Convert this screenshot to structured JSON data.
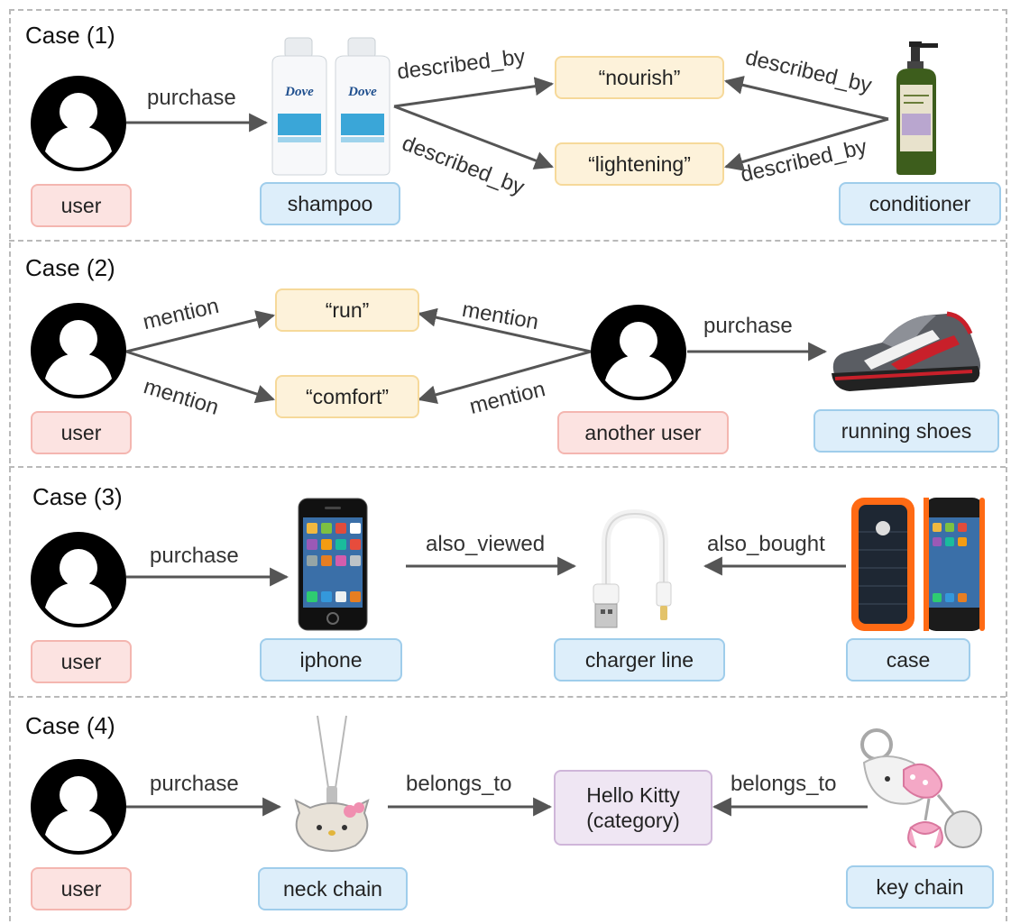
{
  "cases": [
    {
      "title": "Case (1)",
      "nodes": {
        "user": "user",
        "shampoo": "shampoo",
        "nourish": "“nourish”",
        "lightening": "“lightening”",
        "conditioner": "conditioner"
      },
      "edges": {
        "purchase": "purchase",
        "described_by": "described_by"
      }
    },
    {
      "title": "Case (2)",
      "nodes": {
        "user": "user",
        "run": "“run”",
        "comfort": "“comfort”",
        "another_user": "another user",
        "running_shoes": "running shoes"
      },
      "edges": {
        "mention": "mention",
        "purchase": "purchase"
      }
    },
    {
      "title": "Case (3)",
      "nodes": {
        "user": "user",
        "iphone": "iphone",
        "charger_line": "charger line",
        "case": "case"
      },
      "edges": {
        "purchase": "purchase",
        "also_viewed": "also_viewed",
        "also_bought": "also_bought"
      }
    },
    {
      "title": "Case (4)",
      "nodes": {
        "user": "user",
        "neck_chain": "neck chain",
        "category_line1": "Hello Kitty",
        "category_line2": "(category)",
        "key_chain": "key chain"
      },
      "edges": {
        "purchase": "purchase",
        "belongs_to": "belongs_to"
      }
    }
  ],
  "product_brand_text": "Dove",
  "colors": {
    "user_fill": "#fce3e1",
    "user_border": "#f4b6b0",
    "item_fill": "#ddeefa",
    "item_border": "#9fcdeb",
    "word_fill": "#fdf2da",
    "word_border": "#f6d99a",
    "category_fill": "#efe6f3",
    "category_border": "#cfb6d9",
    "arrow": "#555555",
    "separator": "#b9b9b9"
  },
  "icons": [
    "user-avatar-icon",
    "shampoo-bottle-icon",
    "conditioner-bottle-icon",
    "running-shoe-icon",
    "iphone-icon",
    "charger-cable-icon",
    "phone-case-icon",
    "hello-kitty-necklace-icon",
    "hello-kitty-keychain-icon"
  ]
}
